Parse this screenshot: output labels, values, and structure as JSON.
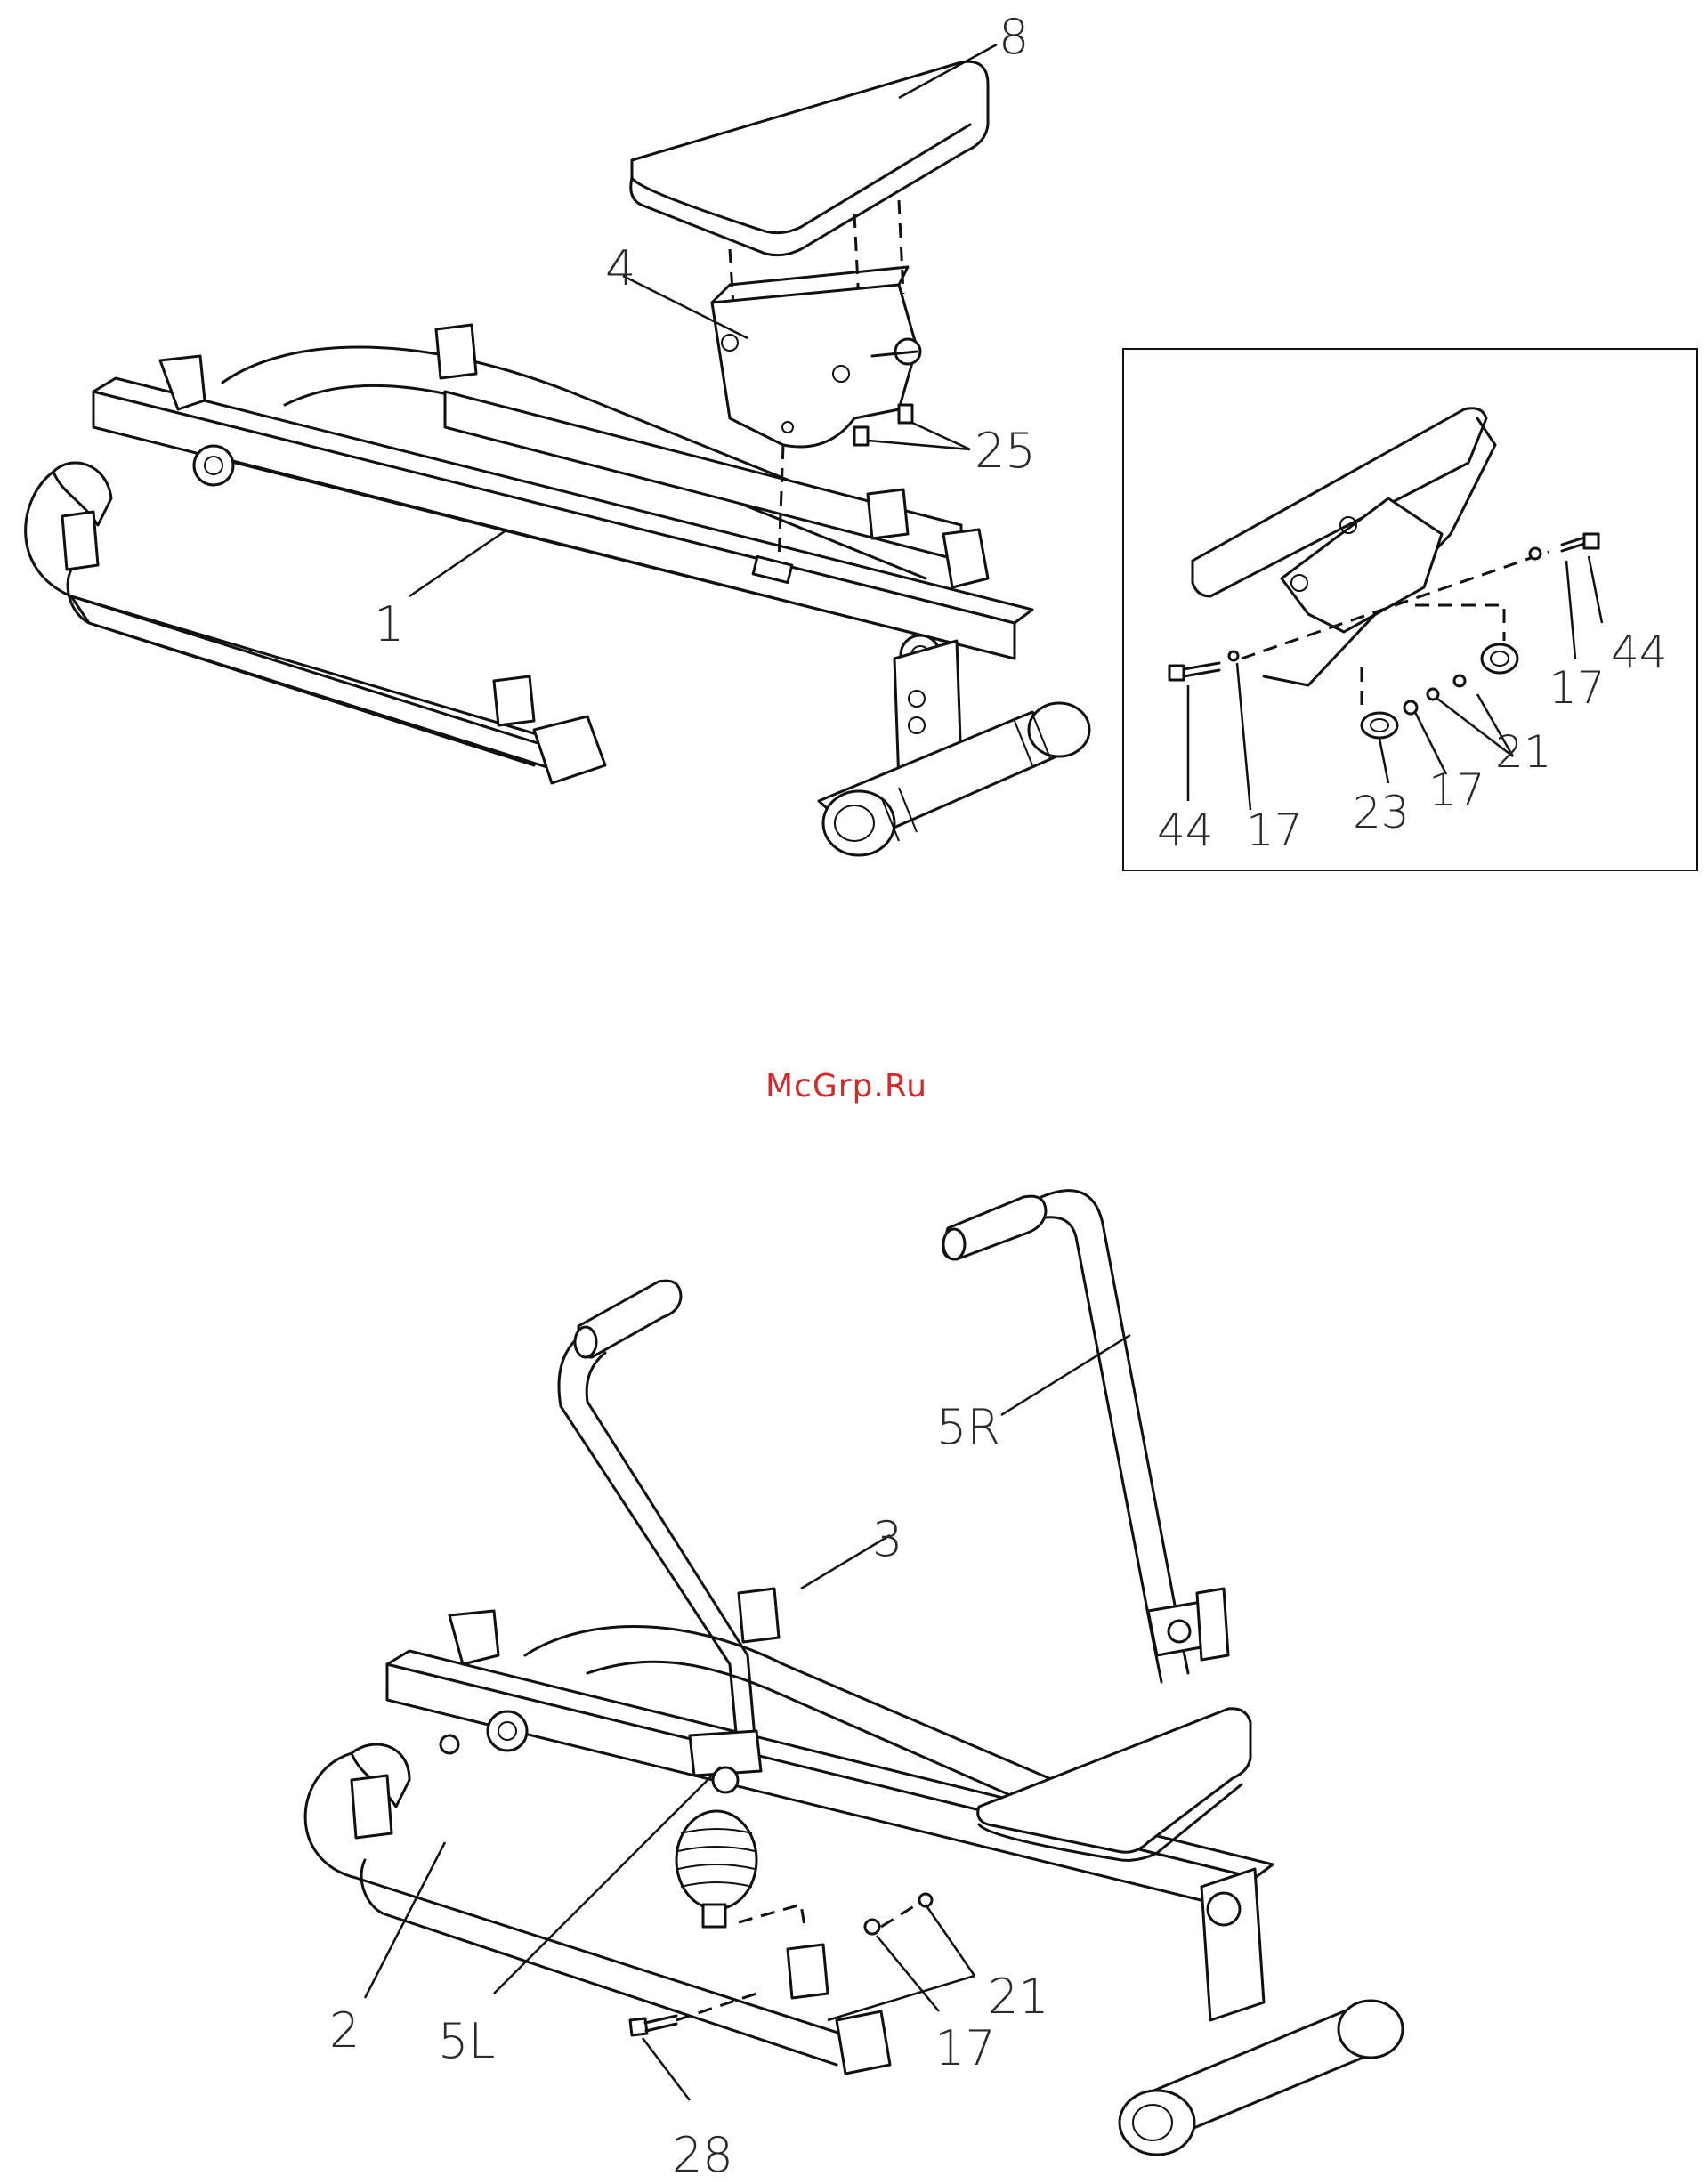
{
  "watermark": "McGrp.Ru",
  "top_assembly": {
    "callouts": {
      "seat": "8",
      "seat_bracket": "4",
      "bracket_screws": "25",
      "main_rail": "1"
    }
  },
  "detail_inset": {
    "callouts": {
      "bolt_right": "44",
      "bolt_left": "44",
      "washer_right": "17",
      "washer_left": "17",
      "washer_center": "17",
      "nuts": "21",
      "bushing": "23"
    }
  },
  "bottom_assembly": {
    "callouts": {
      "right_handle": "5R",
      "rear_frame": "3",
      "front_frame": "2",
      "left_handle": "5L",
      "washer": "17",
      "nut": "21",
      "bolt": "28"
    }
  }
}
